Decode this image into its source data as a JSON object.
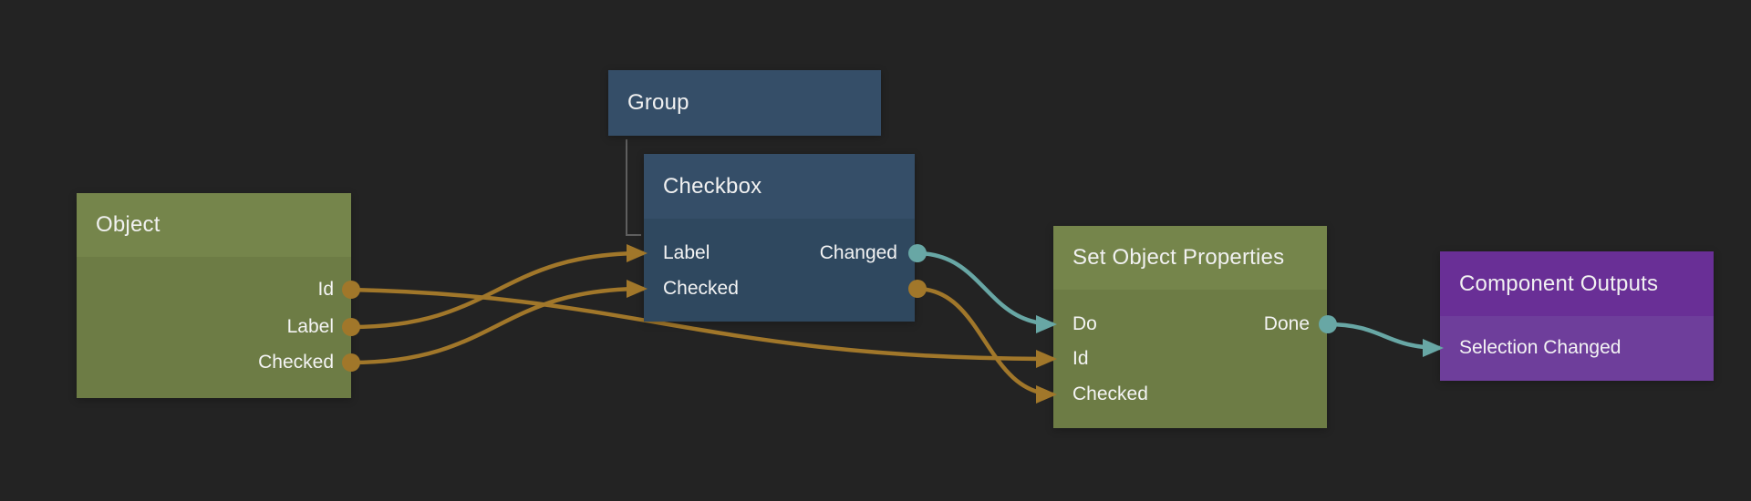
{
  "canvas": {
    "background": "#232323"
  },
  "colors": {
    "wire_data": "#a1772a",
    "wire_signal": "#68a7a5",
    "group_connector": "#5f5f5f",
    "node_olive_header": "#75854b",
    "node_olive_body": "#6d7c45",
    "node_blue_header": "#354e68",
    "node_blue_body": "#2f485f",
    "node_purple_header": "#692f96",
    "node_purple_body": "#6e3e9b",
    "text": "#f1f1f1"
  },
  "nodes": {
    "object": {
      "title": "Object",
      "outputs": [
        "Id",
        "Label",
        "Checked"
      ]
    },
    "group": {
      "title": "Group"
    },
    "checkbox": {
      "title": "Checkbox",
      "inputs": [
        "Label",
        "Checked"
      ],
      "outputs": [
        "Changed",
        ""
      ]
    },
    "set_object_properties": {
      "title": "Set Object Properties",
      "inputs": [
        "Do",
        "Id",
        "Checked"
      ],
      "outputs": [
        "Done"
      ]
    },
    "component_outputs": {
      "title": "Component Outputs",
      "inputs": [
        "Selection Changed"
      ]
    }
  },
  "connections": [
    {
      "from": "Object.Id",
      "to": "Set Object Properties.Id",
      "kind": "data",
      "color": "#a1772a"
    },
    {
      "from": "Object.Label",
      "to": "Checkbox.Label",
      "kind": "data",
      "color": "#a1772a"
    },
    {
      "from": "Object.Checked",
      "to": "Checkbox.Checked",
      "kind": "data",
      "color": "#a1772a"
    },
    {
      "from": "Checkbox.Changed",
      "to": "Set Object Properties.Do",
      "kind": "signal",
      "color": "#68a7a5"
    },
    {
      "from": "Checkbox.Checked",
      "to": "Set Object Properties.Checked",
      "kind": "data",
      "color": "#a1772a"
    },
    {
      "from": "Set Object Properties.Done",
      "to": "Component Outputs.Selection Changed",
      "kind": "signal",
      "color": "#68a7a5"
    },
    {
      "from": "Group",
      "to": "Checkbox",
      "kind": "parent-child"
    }
  ]
}
